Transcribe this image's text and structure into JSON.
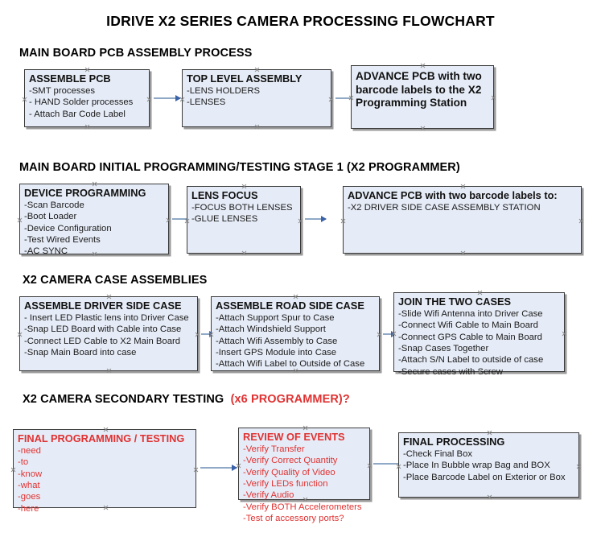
{
  "document": {
    "title": "IDRIVE X2  SERIES CAMERA PROCESSING FLOWCHART"
  },
  "colors": {
    "node_fill": "#e6ecf7",
    "node_border": "#3a3a3a",
    "node_shadow": "#9a9a9a",
    "text": "#111111",
    "accent_red": "#e03232",
    "arrow": "#8fa9c6",
    "arrow_head": "#3a62a8"
  },
  "sections": [
    {
      "heading": "MAIN BOARD PCB ASSEMBLY PROCESS",
      "heading_accent": "",
      "nodes": [
        {
          "title": "ASSEMBLE PCB",
          "lines": [
            "-SMT processes",
            "- HAND Solder processes",
            "- Attach Bar Code Label"
          ]
        },
        {
          "title": "TOP LEVEL ASSEMBLY",
          "lines": [
            "-LENS HOLDERS",
            "-LENSES"
          ]
        },
        {
          "title": "ADVANCE PCB with two barcode labels to the  X2 Programming Station",
          "lines": []
        }
      ]
    },
    {
      "heading": "MAIN BOARD INITIAL PROGRAMMING/TESTING STAGE 1 (X2 PROGRAMMER)",
      "heading_accent": "",
      "nodes": [
        {
          "title": "DEVICE PROGRAMMING",
          "lines": [
            "-Scan Barcode",
            "-Boot Loader",
            "-Device Configuration",
            "-Test Wired Events",
            "-AC SYNC"
          ]
        },
        {
          "title": "LENS FOCUS",
          "lines": [
            "-FOCUS BOTH LENSES",
            "-GLUE LENSES"
          ]
        },
        {
          "title": "ADVANCE PCB with two barcode labels to:",
          "lines": [
            "-X2 DRIVER  SIDE  CASE  ASSEMBLY STATION"
          ]
        }
      ]
    },
    {
      "heading": "X2 CAMERA CASE ASSEMBLIES",
      "heading_accent": "",
      "nodes": [
        {
          "title": "ASSEMBLE DRIVER SIDE CASE",
          "lines": [
            "- Insert LED Plastic lens into Driver Case",
            "-Snap LED Board with Cable into Case",
            "-Connect LED Cable to X2 Main Board",
            "-Snap Main Board into case"
          ]
        },
        {
          "title": "ASSEMBLE ROAD SIDE CASE",
          "lines": [
            "-Attach Support Spur to Case",
            "-Attach Windshield Support",
            "-Attach Wifi Assembly to Case",
            "-Insert GPS Module into Case",
            "-Attach Wifi Label to Outside of Case"
          ]
        },
        {
          "title": "JOIN THE TWO CASES",
          "lines": [
            "-Slide Wifi Antenna into Driver Case",
            "-Connect Wifi Cable to Main Board",
            "-Connect GPS Cable to Main Board",
            "-Snap Cases Together",
            "-Attach S/N Label to outside of case",
            "-Secure cases with Screw"
          ]
        }
      ]
    },
    {
      "heading": "X2 CAMERA SECONDARY TESTING",
      "heading_accent": "(x6 PROGRAMMER)?",
      "nodes": [
        {
          "title": "FINAL PROGRAMMING / TESTING",
          "lines": [
            "-need",
            "-to",
            "-know",
            "-what",
            "-goes",
            "-here"
          ]
        },
        {
          "title": "REVIEW OF EVENTS",
          "lines": [
            "-Verify Transfer",
            "-Verify Correct Quantity",
            "-Verify Quality of Video",
            "-Verify LEDs function",
            "-Verify Audio",
            "-Verify BOTH Accelerometers",
            "-Test of accessory ports?"
          ]
        },
        {
          "title": "FINAL PROCESSING",
          "lines": [
            "-Check Final Box",
            "-Place In Bubble wrap Bag and BOX",
            "-Place Barcode Label on Exterior or Box"
          ]
        }
      ]
    }
  ]
}
